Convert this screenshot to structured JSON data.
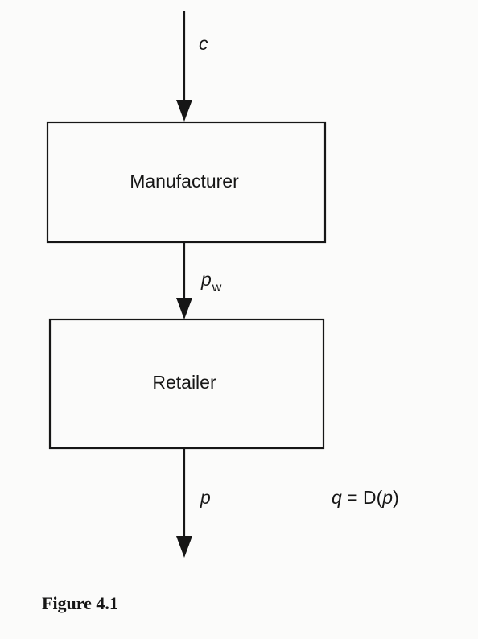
{
  "boxes": {
    "manufacturer": "Manufacturer",
    "retailer": "Retailer"
  },
  "flows": {
    "input": "c",
    "wholesale_symbol": "p",
    "wholesale_subscript": "w",
    "output": "p"
  },
  "demand": {
    "q": "q",
    "equals": " = D(",
    "p": "p",
    "close": ")"
  },
  "caption": "Figure 4.1"
}
